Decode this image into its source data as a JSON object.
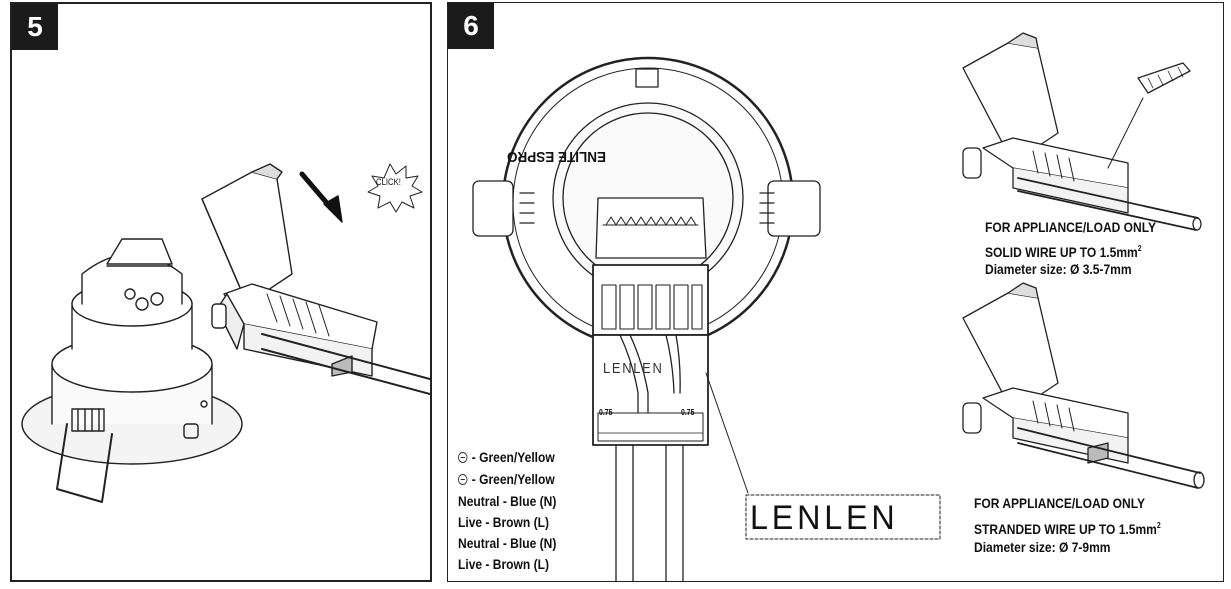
{
  "step5": {
    "number": "5",
    "click_label": "CLICK!"
  },
  "step6": {
    "number": "6",
    "brand_text": "ENLITE ESPRO",
    "terminal_marking": "LENLEN",
    "enlarged_marking": "LENLEN",
    "size_labels": [
      "0.75",
      "0.75"
    ],
    "callout_solid": {
      "line1": "FOR APPLIANCE/LOAD ONLY",
      "line2": "SOLID WIRE UP TO 1.5mm",
      "line2_sup": "2",
      "line3": "Diameter size: Ø 3.5-7mm"
    },
    "callout_stranded": {
      "line1": "FOR APPLIANCE/LOAD ONLY",
      "line2": "STRANDED WIRE UP TO 1.5mm",
      "line2_sup": "2",
      "line3": "Diameter size: Ø 7-9mm"
    },
    "wire_legend": [
      {
        "earth_symbol": true,
        "text": " - Green/Yellow"
      },
      {
        "earth_symbol": true,
        "text": " - Green/Yellow"
      },
      {
        "earth_symbol": false,
        "text": "Neutral - Blue (N)"
      },
      {
        "earth_symbol": false,
        "text": "Live - Brown (L)"
      },
      {
        "earth_symbol": false,
        "text": "Neutral - Blue (N)"
      },
      {
        "earth_symbol": false,
        "text": "Live - Brown (L)"
      }
    ]
  }
}
